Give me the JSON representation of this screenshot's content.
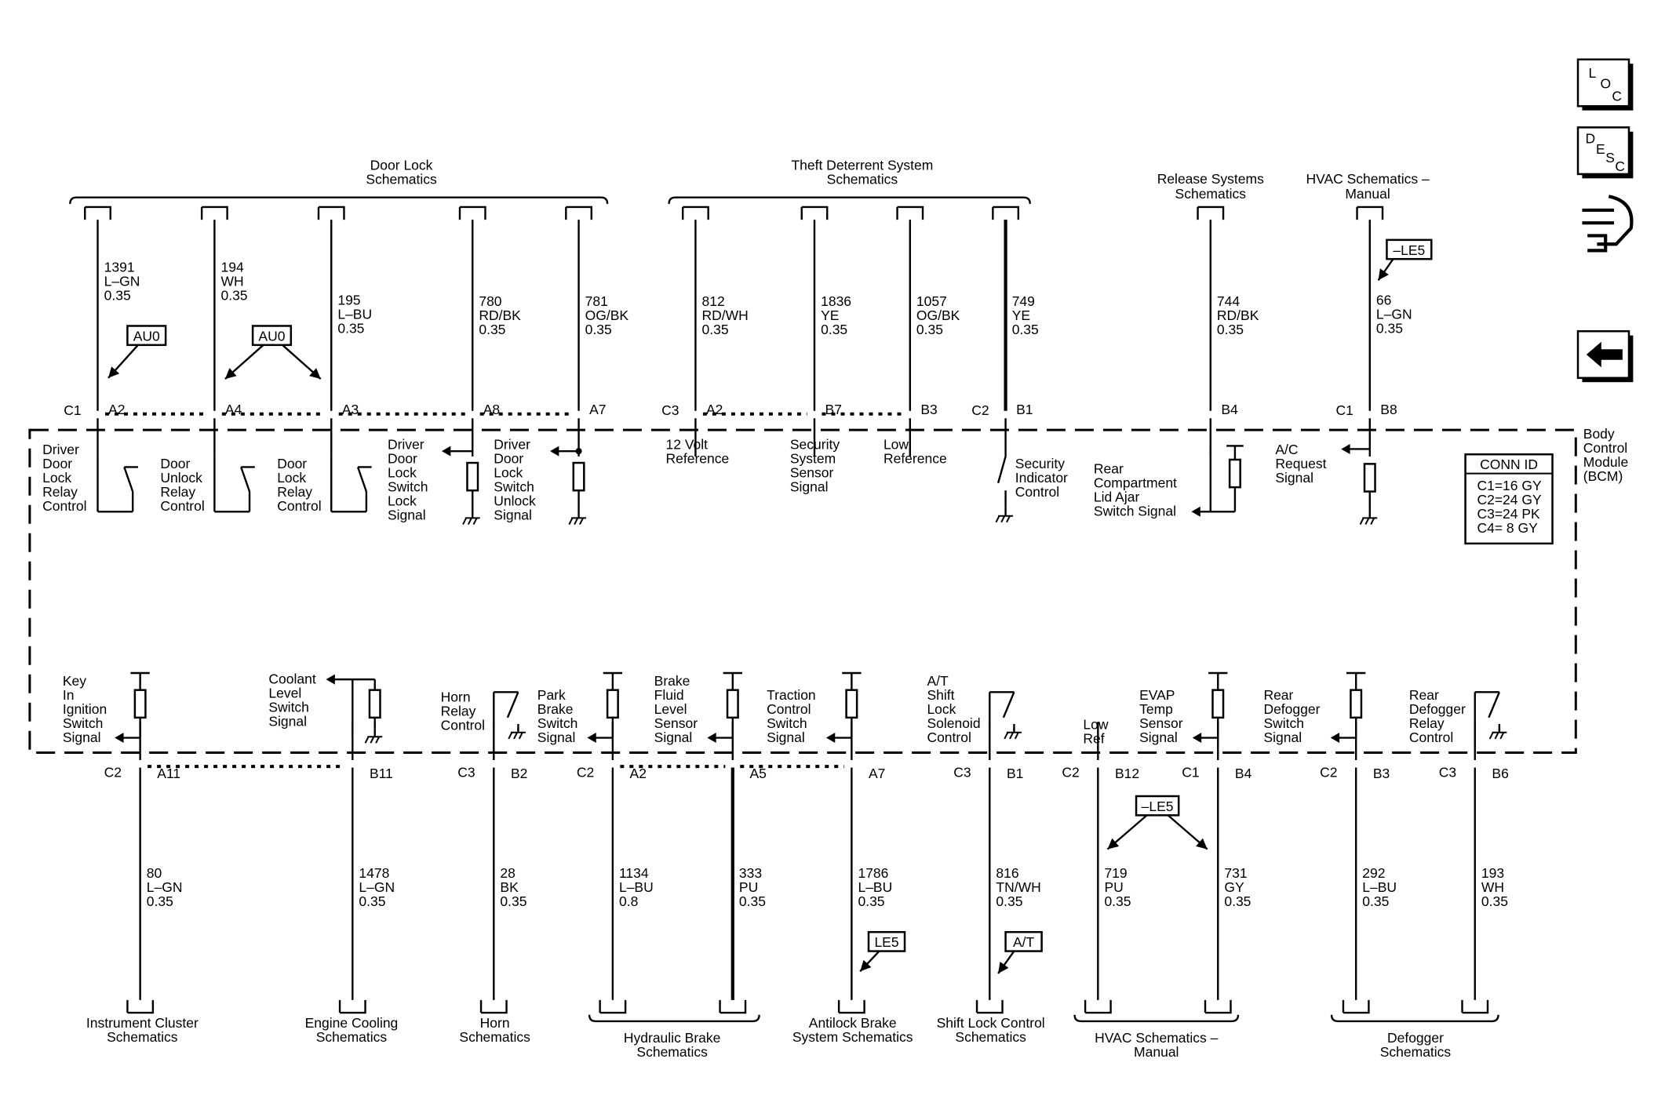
{
  "module": {
    "label": "Body Control Module (BCM)",
    "label_lines": [
      "Body",
      "Control",
      "Module",
      "(BCM)"
    ]
  },
  "conn_id": {
    "title": "CONN ID",
    "lines": [
      "C1=16 GY",
      "C2=24 GY",
      "C3=24 PK",
      "C4= 8 GY"
    ]
  },
  "nav": {
    "loc": "LOC",
    "desc": "DESC",
    "loc_letters": [
      "L",
      "O",
      "C"
    ],
    "desc_letters": [
      "D",
      "E",
      "S",
      "C"
    ],
    "icons": [
      "loc-icon",
      "desc-icon",
      "connector-pinout-icon",
      "back-arrow-icon"
    ]
  },
  "groups_top": [
    {
      "lines": [
        "Door Lock",
        "Schematics"
      ]
    },
    {
      "lines": [
        "Theft Deterrent System",
        "Schematics"
      ]
    },
    {
      "lines": [
        "Release Systems",
        "Schematics"
      ]
    },
    {
      "lines": [
        "HVAC Schematics –",
        "Manual"
      ]
    }
  ],
  "groups_bottom": [
    {
      "lines": [
        "Instrument Cluster",
        "Schematics"
      ]
    },
    {
      "lines": [
        "Engine Cooling",
        "Schematics"
      ]
    },
    {
      "lines": [
        "Horn",
        "Schematics"
      ]
    },
    {
      "lines": [
        "Hydraulic Brake",
        "Schematics"
      ]
    },
    {
      "lines": [
        "Antilock Brake",
        "System Schematics"
      ]
    },
    {
      "lines": [
        "Shift Lock Control",
        "Schematics"
      ]
    },
    {
      "lines": [
        "HVAC Schematics –",
        "Manual"
      ]
    },
    {
      "lines": [
        "Defogger",
        "Schematics"
      ]
    }
  ],
  "options": [
    "AU0",
    "AU0",
    "–LE5",
    "LE5",
    "A/T",
    "–LE5"
  ],
  "top_circuits": [
    {
      "conn": "C1",
      "pin": "A2",
      "circuit": "1391",
      "color": "L–GN",
      "size": "0.35",
      "func": [
        "Driver",
        "Door",
        "Lock",
        "Relay",
        "Control"
      ]
    },
    {
      "conn": "",
      "pin": "A4",
      "circuit": "194",
      "color": "WH",
      "size": "0.35",
      "func": [
        "Door",
        "Unlock",
        "Relay",
        "Control"
      ]
    },
    {
      "conn": "",
      "pin": "A3",
      "circuit": "195",
      "color": "L–BU",
      "size": "0.35",
      "func": [
        "Door",
        "Lock",
        "Relay",
        "Control"
      ]
    },
    {
      "conn": "",
      "pin": "A8",
      "circuit": "780",
      "color": "RD/BK",
      "size": "0.35",
      "func": [
        "Driver",
        "Door",
        "Lock",
        "Switch",
        "Lock",
        "Signal"
      ]
    },
    {
      "conn": "",
      "pin": "A7",
      "circuit": "781",
      "color": "OG/BK",
      "size": "0.35",
      "func": [
        "Driver",
        "Door",
        "Lock",
        "Switch",
        "Unlock",
        "Signal"
      ]
    },
    {
      "conn": "C3",
      "pin": "A2",
      "circuit": "812",
      "color": "RD/WH",
      "size": "0.35",
      "func": [
        "12 Volt",
        "Reference"
      ]
    },
    {
      "conn": "",
      "pin": "B7",
      "circuit": "1836",
      "color": "YE",
      "size": "0.35",
      "func": [
        "Security",
        "System",
        "Sensor",
        "Signal"
      ]
    },
    {
      "conn": "",
      "pin": "B3",
      "circuit": "1057",
      "color": "OG/BK",
      "size": "0.35",
      "func": [
        "Low",
        "Reference"
      ]
    },
    {
      "conn": "C2",
      "pin": "B1",
      "circuit": "749",
      "color": "YE",
      "size": "0.35",
      "func": [
        "Security",
        "Indicator",
        "Control"
      ]
    },
    {
      "conn": "",
      "pin": "B4",
      "circuit": "744",
      "color": "RD/BK",
      "size": "0.35",
      "func": [
        "Rear",
        "Compartment",
        "Lid Ajar",
        "Switch Signal"
      ]
    },
    {
      "conn": "C1",
      "pin": "B8",
      "circuit": "66",
      "color": "L–GN",
      "size": "0.35",
      "func": [
        "A/C",
        "Request",
        "Signal"
      ]
    }
  ],
  "bottom_circuits": [
    {
      "conn": "C2",
      "pin": "A11",
      "circuit": "80",
      "color": "L–GN",
      "size": "0.35",
      "func": [
        "Key",
        "In",
        "Ignition",
        "Switch",
        "Signal"
      ]
    },
    {
      "conn": "",
      "pin": "B11",
      "circuit": "1478",
      "color": "L–GN",
      "size": "0.35",
      "func": [
        "Coolant",
        "Level",
        "Switch",
        "Signal"
      ]
    },
    {
      "conn": "C3",
      "pin": "B2",
      "circuit": "28",
      "color": "BK",
      "size": "0.35",
      "func": [
        "Horn",
        "Relay",
        "Control"
      ]
    },
    {
      "conn": "C2",
      "pin": "A2",
      "circuit": "1134",
      "color": "L–BU",
      "size": "0.8",
      "func": [
        "Park",
        "Brake",
        "Switch",
        "Signal"
      ]
    },
    {
      "conn": "",
      "pin": "A5",
      "circuit": "333",
      "color": "PU",
      "size": "0.35",
      "func": [
        "Brake",
        "Fluid",
        "Level",
        "Sensor",
        "Signal"
      ]
    },
    {
      "conn": "",
      "pin": "A7",
      "circuit": "1786",
      "color": "L–BU",
      "size": "0.35",
      "func": [
        "Traction",
        "Control",
        "Switch",
        "Signal"
      ]
    },
    {
      "conn": "C3",
      "pin": "B1",
      "circuit": "816",
      "color": "TN/WH",
      "size": "0.35",
      "func": [
        "A/T",
        "Shift",
        "Lock",
        "Solenoid",
        "Control"
      ]
    },
    {
      "conn": "C2",
      "pin": "B12",
      "circuit": "719",
      "color": "PU",
      "size": "0.35",
      "func": [
        "Low",
        "Ref"
      ]
    },
    {
      "conn": "C1",
      "pin": "B4",
      "circuit": "731",
      "color": "GY",
      "size": "0.35",
      "func": [
        "EVAP",
        "Temp",
        "Sensor",
        "Signal"
      ]
    },
    {
      "conn": "C2",
      "pin": "B3",
      "circuit": "292",
      "color": "L–BU",
      "size": "0.35",
      "func": [
        "Rear",
        "Defogger",
        "Switch",
        "Signal"
      ]
    },
    {
      "conn": "C3",
      "pin": "B6",
      "circuit": "193",
      "color": "WH",
      "size": "0.35",
      "func": [
        "Rear",
        "Defogger",
        "Relay",
        "Control"
      ]
    }
  ]
}
